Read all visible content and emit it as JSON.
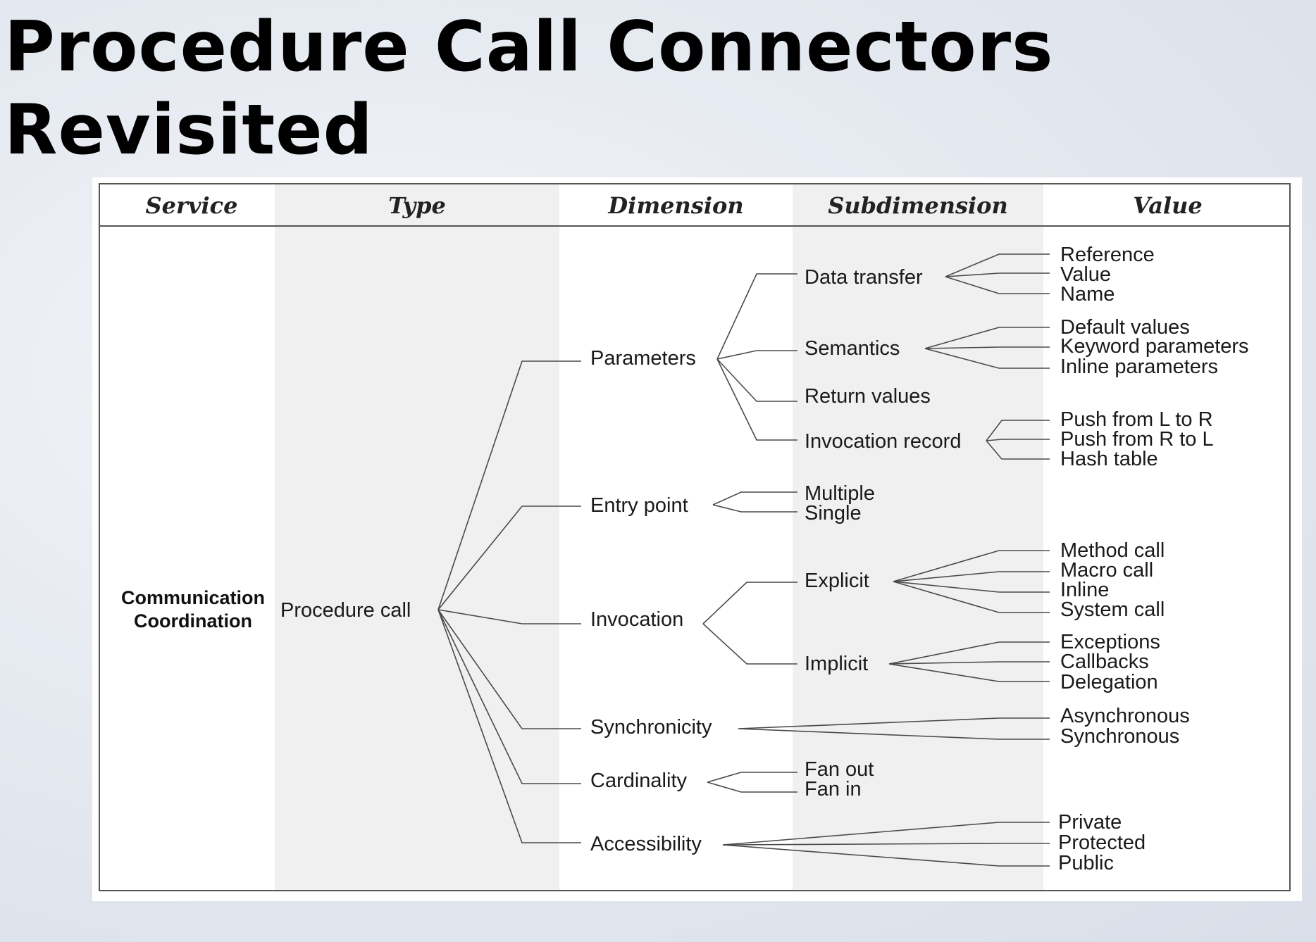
{
  "title": {
    "line1": "Procedure Call Connectors",
    "line2": "Revisited"
  },
  "table": {
    "headers": {
      "service": "Service",
      "type": "Type",
      "dimension": "Dimension",
      "subdimension": "Subdimension",
      "value": "Value"
    },
    "service": {
      "line1": "Communication",
      "line2": "Coordination"
    },
    "type": "Procedure call",
    "dimensions": {
      "parameters": {
        "label": "Parameters",
        "data_transfer": {
          "label": "Data transfer",
          "values": [
            "Reference",
            "Value",
            "Name"
          ]
        },
        "semantics": {
          "label": "Semantics",
          "values": [
            "Default values",
            "Keyword parameters",
            "Inline parameters"
          ]
        },
        "return_values": {
          "label": "Return values"
        },
        "invocation_record": {
          "label": "Invocation record",
          "values": [
            "Push from L to R",
            "Push from R to L",
            "Hash table"
          ]
        }
      },
      "entry_point": {
        "label": "Entry point",
        "subs": [
          "Multiple",
          "Single"
        ]
      },
      "invocation": {
        "label": "Invocation",
        "explicit": {
          "label": "Explicit",
          "values": [
            "Method call",
            "Macro call",
            "Inline",
            "System call"
          ]
        },
        "implicit": {
          "label": "Implicit",
          "values": [
            "Exceptions",
            "Callbacks",
            "Delegation"
          ]
        }
      },
      "synchronicity": {
        "label": "Synchronicity",
        "values": [
          "Asynchronous",
          "Synchronous"
        ]
      },
      "cardinality": {
        "label": "Cardinality",
        "subs": [
          "Fan out",
          "Fan in"
        ]
      },
      "accessibility": {
        "label": "Accessibility",
        "values": [
          "Private",
          "Protected",
          "Public"
        ]
      }
    }
  }
}
